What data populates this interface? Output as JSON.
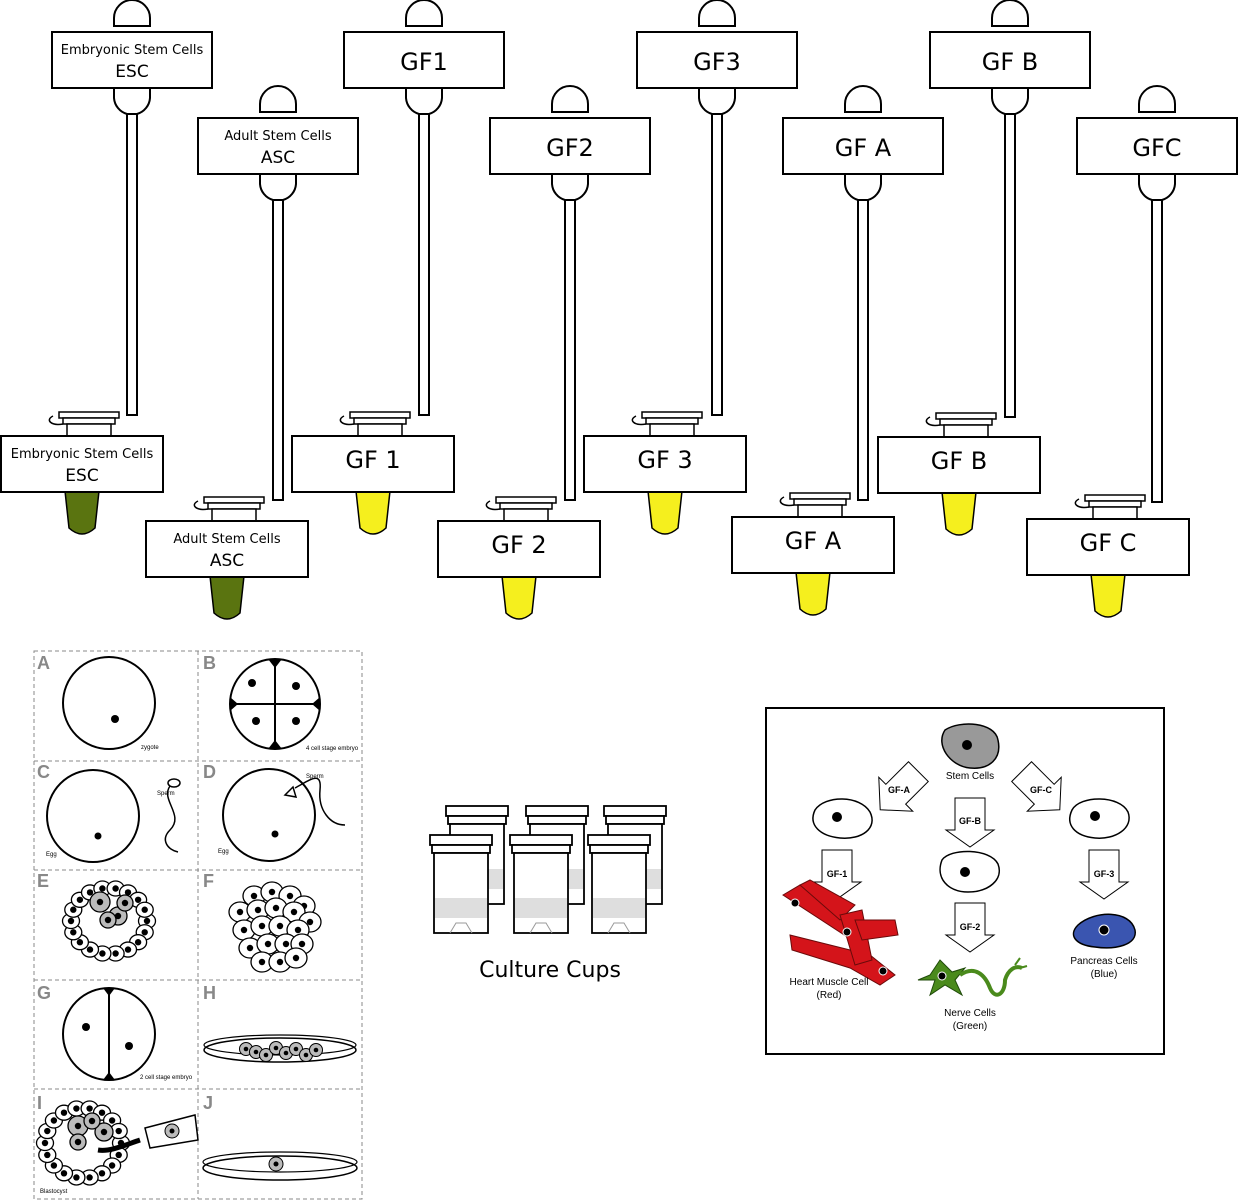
{
  "colors": {
    "stem_tube_fill": "#5a7410",
    "gf_tube_fill": "#f5ef1e",
    "heart": "#d4141a",
    "nerve": "#4a8a1c",
    "pancreas": "#3a55b0",
    "stem_cell": "#999999"
  },
  "droppers": [
    {
      "top": "Embryonic Stem Cells",
      "bottom": "ESC"
    },
    {
      "top": "Adult Stem Cells",
      "bottom": "ASC"
    },
    {
      "top": "",
      "bottom": "GF1"
    },
    {
      "top": "",
      "bottom": "GF2"
    },
    {
      "top": "",
      "bottom": "GF3"
    },
    {
      "top": "",
      "bottom": "GF A"
    },
    {
      "top": "",
      "bottom": "GF B"
    },
    {
      "top": "",
      "bottom": "GFC"
    }
  ],
  "tubes": [
    {
      "top": "Embryonic Stem Cells",
      "bottom": "ESC",
      "kind": "stem"
    },
    {
      "top": "Adult Stem Cells",
      "bottom": "ASC",
      "kind": "stem"
    },
    {
      "top": "",
      "bottom": "GF 1",
      "kind": "gf"
    },
    {
      "top": "",
      "bottom": "GF 2",
      "kind": "gf"
    },
    {
      "top": "",
      "bottom": "GF 3",
      "kind": "gf"
    },
    {
      "top": "",
      "bottom": "GF A",
      "kind": "gf"
    },
    {
      "top": "",
      "bottom": "GF B",
      "kind": "gf"
    },
    {
      "top": "",
      "bottom": "GF C",
      "kind": "gf"
    }
  ],
  "panels": [
    {
      "letter": "A",
      "caption": "zygote"
    },
    {
      "letter": "B",
      "caption": "4 cell stage embryo"
    },
    {
      "letter": "C",
      "caption": "Egg",
      "caption2": "Sperm"
    },
    {
      "letter": "D",
      "caption": "Egg",
      "caption2": "Sperm"
    },
    {
      "letter": "E",
      "caption": ""
    },
    {
      "letter": "F",
      "caption": ""
    },
    {
      "letter": "G",
      "caption": "2 cell stage embryo"
    },
    {
      "letter": "H",
      "caption": ""
    },
    {
      "letter": "I",
      "caption": "Blastocyst"
    },
    {
      "letter": "J",
      "caption": ""
    }
  ],
  "culture_cups_label": "Culture Cups",
  "diagram": {
    "stem_cells": "Stem Cells",
    "gf_a": "GF-A",
    "gf_b": "GF-B",
    "gf_c": "GF-C",
    "gf_1": "GF-1",
    "gf_2": "GF-2",
    "gf_3": "GF-3",
    "heart_line1": "Heart Muscle Cell",
    "heart_line2": "(Red)",
    "nerve_line1": "Nerve Cells",
    "nerve_line2": "(Green)",
    "pancreas_line1": "Pancreas Cells",
    "pancreas_line2": "(Blue)"
  }
}
